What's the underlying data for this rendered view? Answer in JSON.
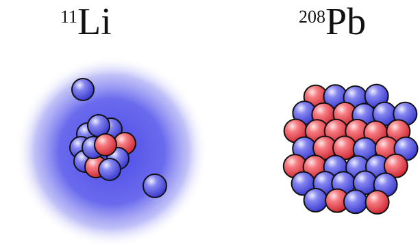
{
  "nuclei": [
    {
      "id": "li11",
      "mass_number": "11",
      "symbol": "Li",
      "halo": true
    },
    {
      "id": "pb208",
      "mass_number": "208",
      "symbol": "Pb",
      "halo": false
    }
  ],
  "colors": {
    "proton": "#e8404c",
    "neutron": "#5a5ae6",
    "halo": "#5555ee",
    "outline": "#111111"
  }
}
